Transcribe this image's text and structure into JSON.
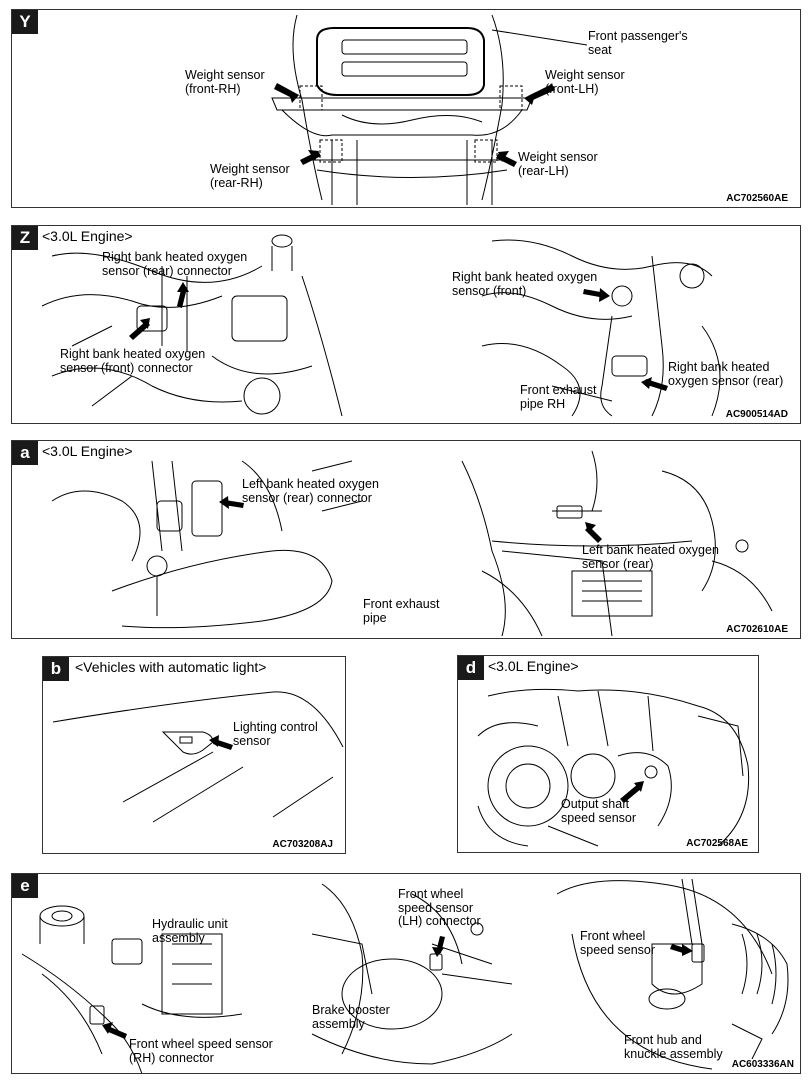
{
  "panels": {
    "Y": {
      "badge": "Y",
      "labels": {
        "front_passenger_seat": "Front passenger's seat",
        "weight_front_rh": "Weight sensor (front-RH)",
        "weight_front_lh": "Weight sensor (front-LH)",
        "weight_rear_rh": "Weight sensor (rear-RH)",
        "weight_rear_lh": "Weight sensor (rear-LH)"
      },
      "code": "AC702560AE"
    },
    "Z": {
      "badge": "Z",
      "title": "<3.0L Engine>",
      "labels": {
        "rb_rear_connector": "Right bank heated oxygen sensor (rear) connector",
        "rb_front_connector": "Right bank heated oxygen sensor (front) connector",
        "rb_front": "Right bank heated oxygen sensor (front)",
        "rb_rear": "Right bank heated oxygen sensor (rear)",
        "exhaust_rh": "Front exhaust pipe RH"
      },
      "code": "AC900514AD"
    },
    "a": {
      "badge": "a",
      "title": "<3.0L Engine>",
      "labels": {
        "lb_rear_connector": "Left bank heated oxygen sensor (rear) connector",
        "lb_rear": "Left bank heated oxygen sensor (rear)",
        "exhaust": "Front exhaust pipe"
      },
      "code": "AC702610AE"
    },
    "b": {
      "badge": "b",
      "title": "<Vehicles with automatic light>",
      "labels": {
        "lighting_sensor": "Lighting control sensor"
      },
      "code": "AC703208AJ"
    },
    "d": {
      "badge": "d",
      "title": "<3.0L Engine>",
      "labels": {
        "output_shaft": "Output shaft speed sensor"
      },
      "code": "AC702568AE"
    },
    "e": {
      "badge": "e",
      "labels": {
        "hydraulic": "Hydraulic unit assembly",
        "rh_connector": "Front wheel speed sensor (RH) connector",
        "lh_connector": "Front wheel speed sensor (LH) connector",
        "brake_booster": "Brake booster assembly",
        "wheel_sensor": "Front wheel speed sensor",
        "hub_knuckle": "Front hub and knuckle assembly"
      },
      "code": "AC603336AN"
    }
  }
}
